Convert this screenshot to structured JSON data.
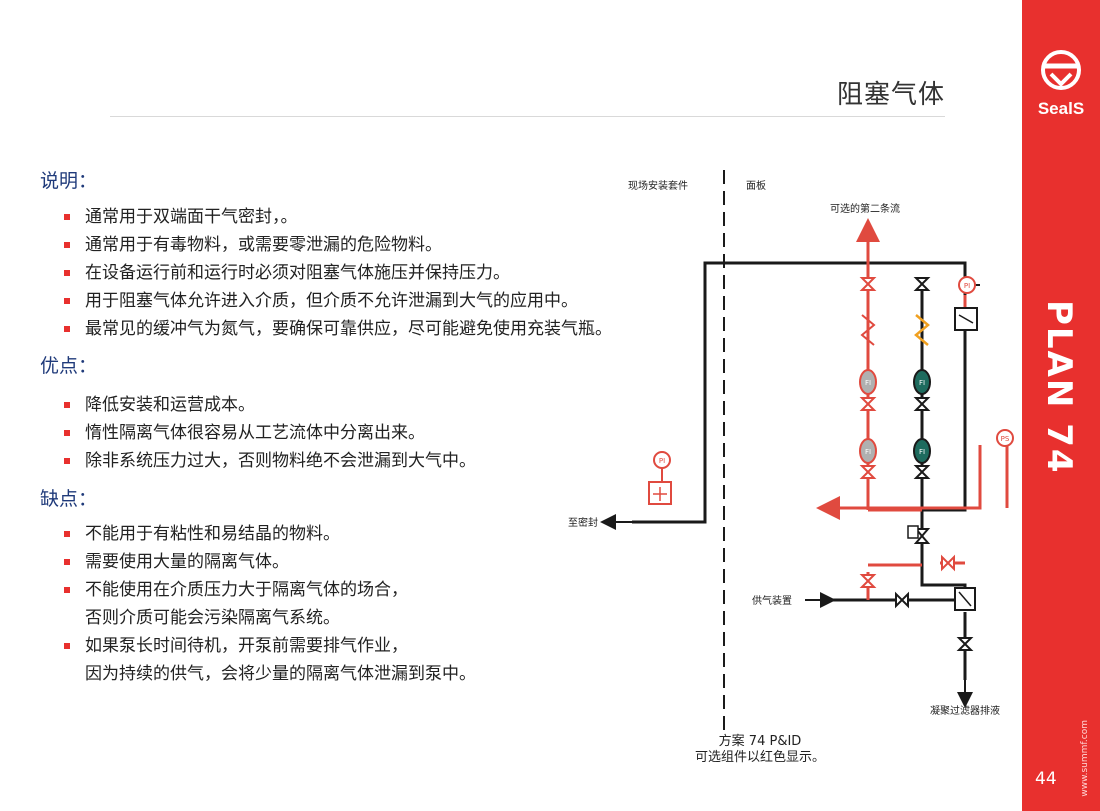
{
  "title": "阻塞气体",
  "brand": {
    "logo_text": "SealS",
    "plan_label": "PLAN 74",
    "page_number": "44",
    "website": "www.summf.com",
    "accent": "#e8302e"
  },
  "sections": [
    {
      "heading": "说明：",
      "items": [
        [
          "通常用于双端面干气密封，。"
        ],
        [
          "通常用于有毒物料，或需要零泄漏的危险物料。"
        ],
        [
          "在设备运行前和运行时必须对阻塞气体施压并保持压力。"
        ],
        [
          "用于阻塞气体允许进入介质，但介质不允许泄漏到大气的应用中。"
        ],
        [
          "最常见的缓冲气为氮气，要确保可靠供应，尽可能避免使用充装气瓶。"
        ]
      ]
    },
    {
      "heading": "优点：",
      "items": [
        [
          "降低安装和运营成本。"
        ],
        [
          "惰性隔离气体很容易从工艺流体中分离出来。"
        ],
        [
          "除非系统压力过大，否则物料绝不会泄漏到大气中。"
        ]
      ]
    },
    {
      "heading": "缺点：",
      "items": [
        [
          "不能用于有粘性和易结晶的物料。"
        ],
        [
          "需要使用大量的隔离气体。"
        ],
        [
          "不能使用在介质压力大于隔离气体的场合，",
          "否则介质可能会污染隔离气系统。"
        ],
        [
          "如果泵长时间待机，开泵前需要排气作业，",
          "因为持续的供气，会将少量的隔离气体泄漏到泵中。"
        ]
      ]
    }
  ],
  "diagram": {
    "label_field_kit": "现场安装套件",
    "label_panel": "面板",
    "label_second_stream": "可选的第二条流",
    "label_to_seal": "至密封",
    "label_gas_supply": "供气装置",
    "label_drain": "凝聚过滤器排液",
    "tag_pi": "PI",
    "tag_ps": "PS",
    "tag_fi": "FI",
    "caption_line1": "方案 74 P&ID",
    "caption_line2": "可选组件以红色显示。",
    "colors": {
      "red": "#e04a3f",
      "dark": "#1a1a1a",
      "teal": "#1e6b5e",
      "orange": "#f0a020"
    }
  }
}
